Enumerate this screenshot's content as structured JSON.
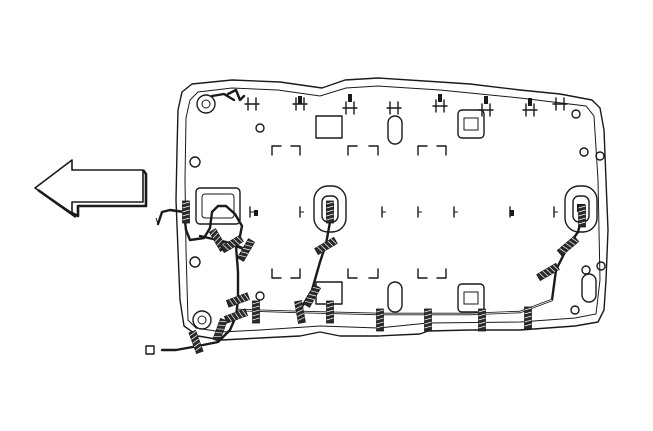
{
  "figure": {
    "orientation_arrow": {
      "direction": "left",
      "icon": "front-of-vehicle-arrow-icon"
    },
    "headliner_harness": {
      "retainer_count": 21,
      "wire_end_connector_count": 2
    }
  },
  "colors": {
    "line": "#1a1a1a",
    "background": "#ffffff"
  }
}
